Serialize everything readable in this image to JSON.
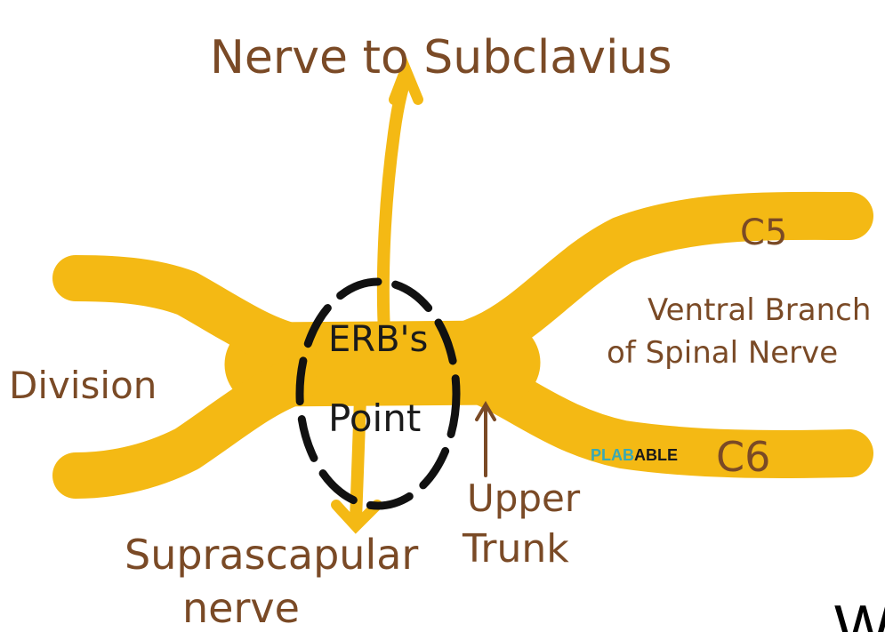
{
  "diagram": {
    "labels": {
      "nerve_to_subclavius": "Nerve to Subclavius",
      "c5": "C5",
      "c6": "C6",
      "ventral_line1": "Ventral Branch",
      "ventral_line2": "of Spinal Nerve",
      "division": "Division",
      "erbs": "ERB's",
      "point": "Point",
      "upper": "Upper",
      "trunk": "Trunk",
      "suprascapular": "Suprascapular",
      "nerve": "nerve"
    },
    "watermark": {
      "part1": "PLAB",
      "part2": "ABLE"
    },
    "corner_glyph": "W",
    "colors": {
      "nerve_fill": "#f4b914",
      "text": "#7a4a26",
      "circle": "#111111",
      "watermark_part1": "#39a9b4",
      "watermark_part2": "#1a1a1a"
    }
  }
}
